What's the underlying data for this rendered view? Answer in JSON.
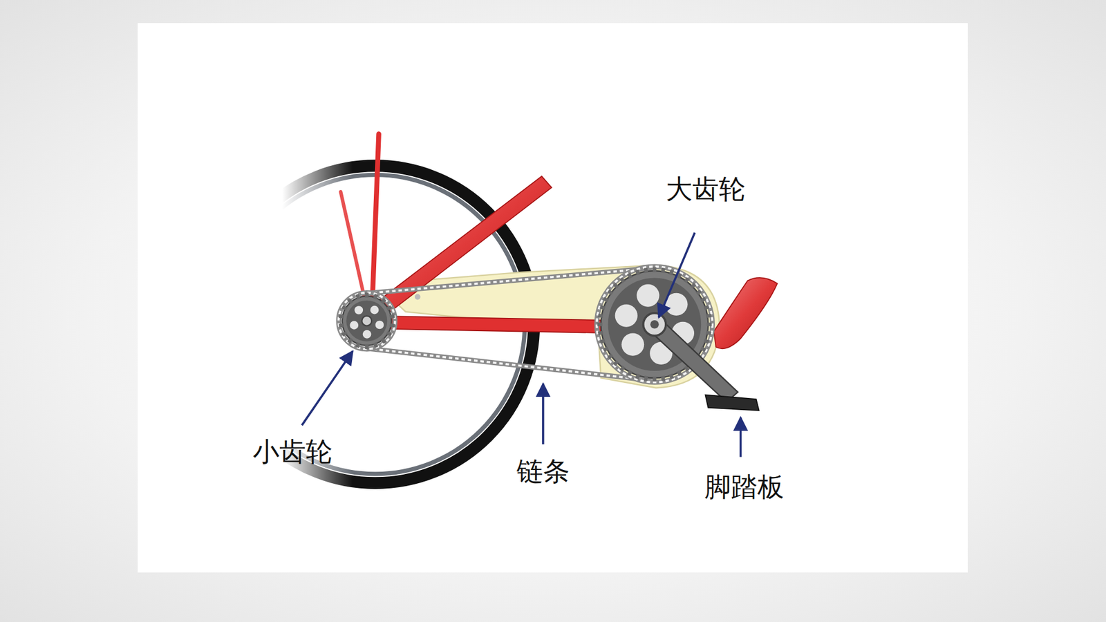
{
  "diagram": {
    "labels": [
      "大齿轮",
      "小齿轮",
      "链条",
      "脚踏板"
    ]
  }
}
